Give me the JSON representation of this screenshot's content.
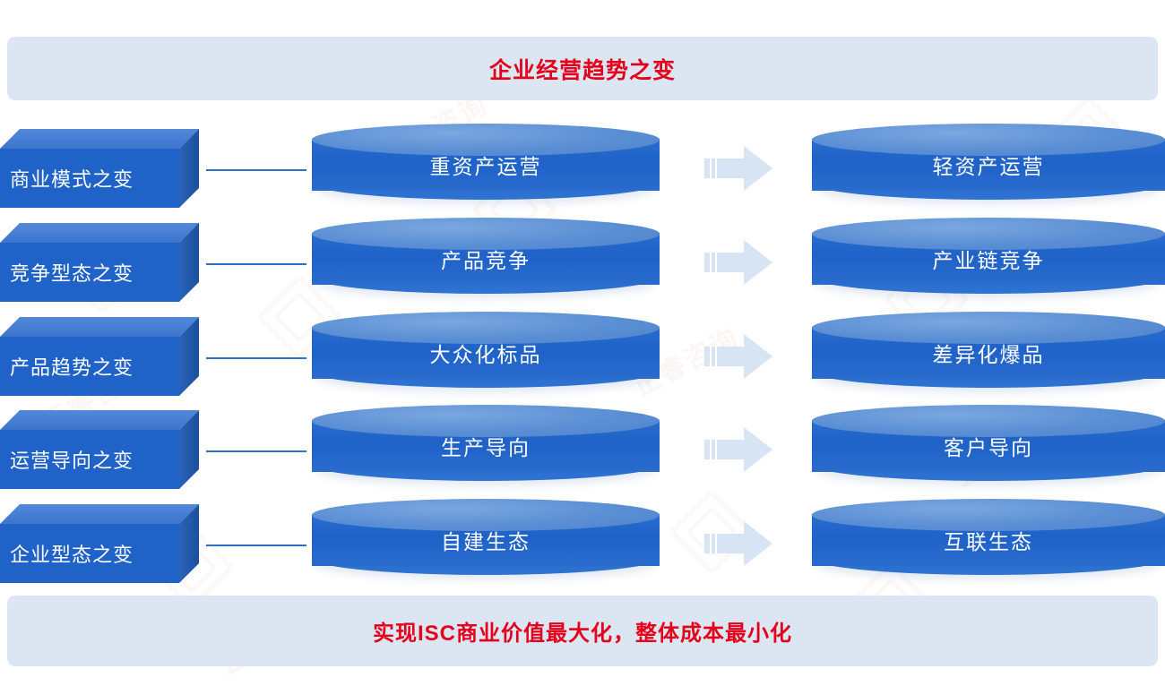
{
  "title_banner": {
    "text": "企业经营趋势之变",
    "color": "#e4001b",
    "background": "#dce6f3"
  },
  "bottom_banner": {
    "text": "实现ISC商业价值最大化，整体成本最小化",
    "color": "#e4001b",
    "background": "#dce6f3"
  },
  "palette": {
    "box_front": "#1f62c8",
    "box_top": "#3d75cf",
    "box_side": "#1d4f9d",
    "cylinder_body": "#1f62c8",
    "cylinder_top": "#5b8fd4",
    "arrow": "#d6e4f4",
    "connector": "#2f6fc4",
    "banner_text": "#e4001b",
    "banner_bg": "#dce6f3"
  },
  "rows": [
    {
      "category": "商业模式之变",
      "from": "重资产运营",
      "arrow": "arrow-right-icon",
      "to": "轻资产运营"
    },
    {
      "category": "竞争型态之变",
      "from": "产品竞争",
      "arrow": "arrow-right-icon",
      "to": "产业链竞争"
    },
    {
      "category": "产品趋势之变",
      "from": "大众化标品",
      "arrow": "arrow-right-icon",
      "to": "差异化爆品"
    },
    {
      "category": "运营导向之变",
      "from": "生产导向",
      "arrow": "arrow-right-icon",
      "to": "客户导向"
    },
    {
      "category": "企业型态之变",
      "from": "自建生态",
      "arrow": "arrow-right-icon",
      "to": "互联生态"
    }
  ]
}
